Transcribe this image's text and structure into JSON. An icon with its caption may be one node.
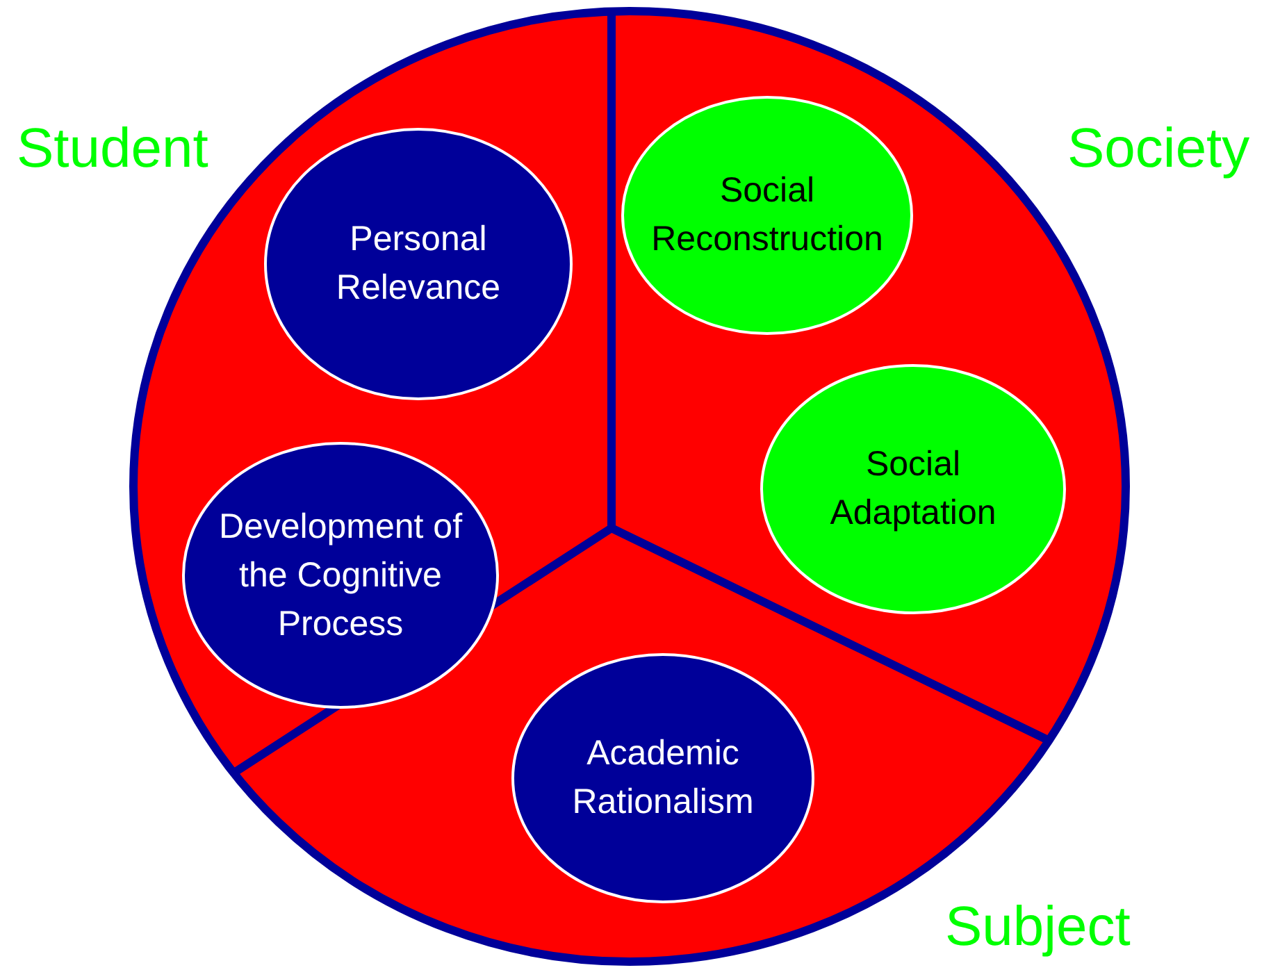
{
  "diagram": {
    "nodes": [
      {
        "text": [
          "Personal Relevance"
        ]
      },
      {
        "text": [
          "Social Reconstruction"
        ]
      },
      {
        "text": [
          "Social Adaptation"
        ]
      },
      {
        "text": [
          "Development of the Cognitive Process"
        ]
      },
      {
        "text": [
          "Academic Rationalism"
        ]
      }
    ],
    "labels": [
      "Student",
      "Society",
      "Subject"
    ]
  }
}
